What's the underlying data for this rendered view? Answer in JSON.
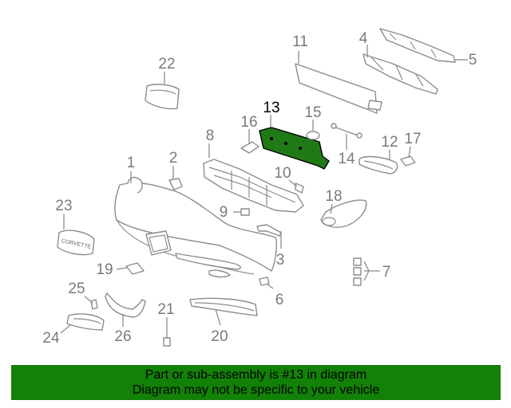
{
  "callouts": {
    "n1": "1",
    "n2": "2",
    "n3": "3",
    "n4": "4",
    "n5": "5",
    "n6": "6",
    "n7": "7",
    "n8": "8",
    "n10": "10",
    "n11": "11",
    "n12": "12",
    "n13": "13",
    "n14": "14",
    "n15": "15",
    "n16": "16",
    "n17": "17",
    "n18": "18",
    "n19": "19",
    "n20": "20",
    "n21": "21",
    "n22": "22",
    "n23": "23",
    "n24": "24",
    "n25": "25",
    "n26": "26",
    "n9": "9"
  },
  "emblem_text": "CORVETTE",
  "highlight": {
    "part": "13",
    "color": "#1f7a16"
  },
  "footer": {
    "line1": "Part or sub-assembly is #13 in diagram",
    "line2": "Diagram may not be specific to your vehicle",
    "background": "#138008"
  }
}
